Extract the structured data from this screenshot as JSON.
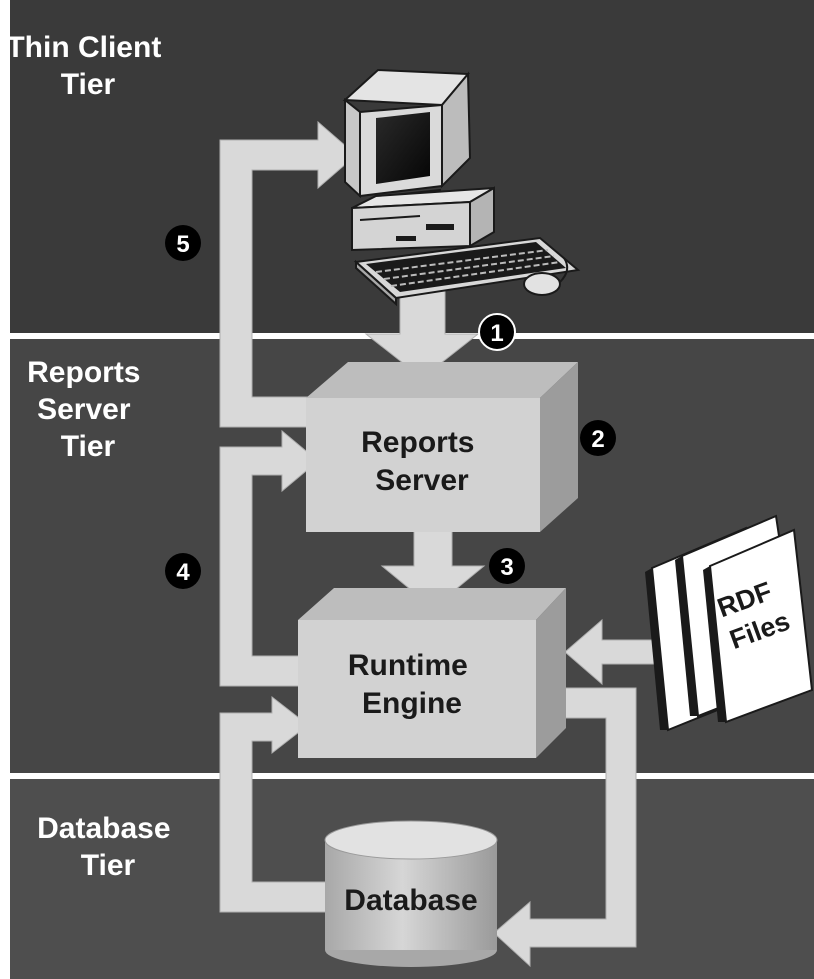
{
  "tiers": {
    "thin_client": [
      "Thin Client",
      "Tier"
    ],
    "reports_server": [
      "Reports",
      "Server",
      "Tier"
    ],
    "database": [
      "Database",
      "Tier"
    ]
  },
  "boxes": {
    "reports_server": [
      "Reports",
      "Server"
    ],
    "runtime_engine": [
      "Runtime",
      "Engine"
    ],
    "database": "Database",
    "rdf_files": [
      "RDF",
      "Files"
    ]
  },
  "steps": [
    "1",
    "2",
    "3",
    "4",
    "5"
  ],
  "colors": {
    "tier_top": "#3a3a3a",
    "tier_middle": "#464646",
    "tier_bottom": "#4e4e4e",
    "box_face": "#d2d2d2",
    "arrow": "#d9d9d9"
  }
}
